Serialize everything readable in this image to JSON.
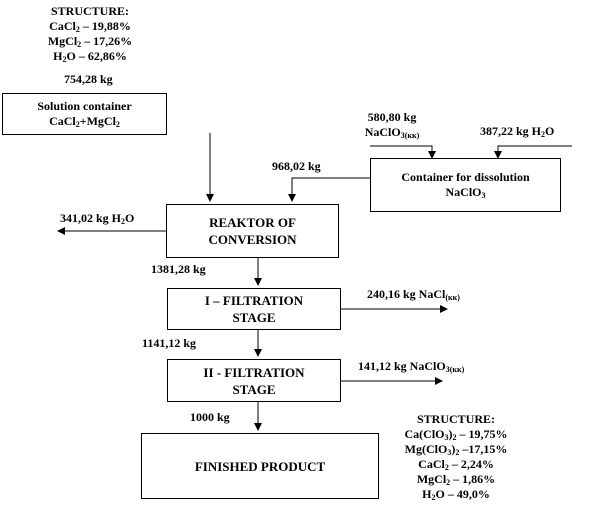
{
  "top_structure": {
    "title": "STRUCTURE:",
    "lines": [
      {
        "a": "CaCl",
        "s": "2",
        "b": " – 19,88%"
      },
      {
        "a": "MgCl",
        "s": "2",
        "b": " – 17,26%"
      },
      {
        "a": "H",
        "s": "2",
        "b": "O – 62,86%"
      }
    ]
  },
  "solution_mass": "754,28 kg",
  "solution_box": {
    "line1": "Solution container",
    "line2a": "CaCl",
    "line2s": "2",
    "line2b": "+MgCl",
    "line2s2": "2"
  },
  "naclo3_feed": {
    "mass": "580,80 kg",
    "name": "NaClO",
    "sub": "3(кк)"
  },
  "water_feed": {
    "a": "387,22 kg H",
    "s": "2",
    "b": "O"
  },
  "dissolution_box": {
    "line1": "Container for dissolution",
    "line2": "NaClO",
    "line2s": "3"
  },
  "dissolution_out": "968,02 kg",
  "water_out": {
    "a": "341,02 kg H",
    "s": "2",
    "b": "O"
  },
  "reactor_box": {
    "line1": "REAKTOR OF",
    "line2": "CONVERSION"
  },
  "reactor_out": "1381,28 kg",
  "filtration1_box": {
    "line1": "I – FILTRATION",
    "line2": "STAGE"
  },
  "nacl_out": {
    "a": "240,16 kg NaCl",
    "s": "(кк)"
  },
  "filtration1_out": "1141,12 kg",
  "filtration2_box": {
    "line1": "II - FILTRATION",
    "line2": "STAGE"
  },
  "naclo3_out": {
    "a": "141,12 kg NaClO",
    "s": "3(кк)"
  },
  "filtration2_out": "1000 kg",
  "product_box": {
    "label": "FINISHED PRODUCT"
  },
  "product_structure": {
    "title": "STRUCTURE:",
    "lines": [
      {
        "a": "Ca(ClO",
        "s": "3",
        "b": ")",
        "s2": "2",
        "c": " – 19,75%"
      },
      {
        "a": "Mg(ClO",
        "s": "3",
        "b": ")",
        "s2": "2",
        "c": " –17,15%"
      },
      {
        "a": "CaCl",
        "s": "2",
        "b": " – 2,24%",
        "s2": "",
        "c": ""
      },
      {
        "a": "MgCl",
        "s": "2",
        "b": " – 1,86%",
        "s2": "",
        "c": ""
      },
      {
        "a": "H",
        "s": "2",
        "b": "O – 49,0%",
        "s2": "",
        "c": ""
      }
    ]
  }
}
